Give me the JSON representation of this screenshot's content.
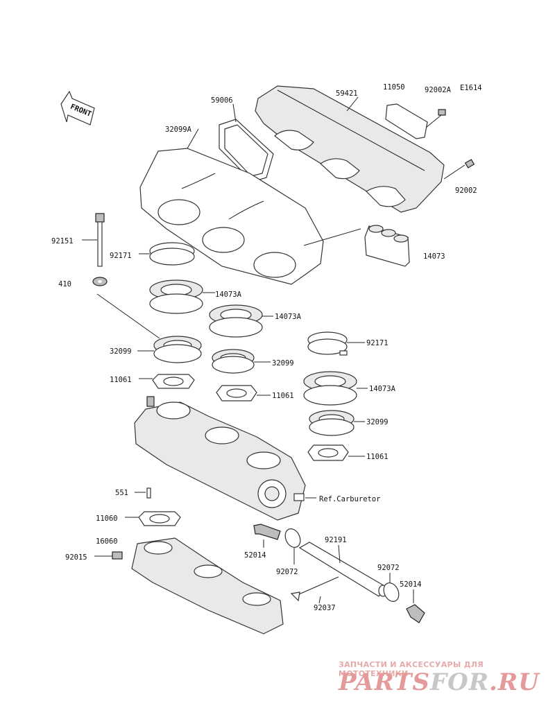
{
  "diagram_code": "E1614",
  "front_label": "FRONT",
  "parts": {
    "p59006": "59006",
    "p59421": "59421",
    "p11050": "11050",
    "p92002A": "92002A",
    "p32099A": "32099A",
    "p92002": "92002",
    "p92151": "92151",
    "p92171_a": "92171",
    "p14073": "14073",
    "p410": "410",
    "p14073A_a": "14073A",
    "p14073A_b": "14073A",
    "p32099_a": "32099",
    "p92171_b": "92171",
    "p32099_b": "32099",
    "p11061_a": "11061",
    "p11061_b": "11061",
    "p14073A_c": "14073A",
    "p32099_c": "32099",
    "p11061_c": "11061",
    "p551": "551",
    "ref_carburetor": "Ref.Carburetor",
    "p11060": "11060",
    "p16060": "16060",
    "p92015": "92015",
    "p52014_a": "52014",
    "p92191": "92191",
    "p92072_a": "92072",
    "p92072_b": "92072",
    "p52014_b": "52014",
    "p92037": "92037"
  },
  "watermark": {
    "subtitle": "ЗАПЧАСТИ И АКСЕССУАРЫ ДЛЯ МОТОТЕХНИКИ",
    "brand_part1": "PARTS",
    "brand_part2": "FOR",
    "brand_part3": ".RU"
  },
  "colors": {
    "watermark_red": "#e59a9a",
    "watermark_gray": "#c7c7c7"
  }
}
